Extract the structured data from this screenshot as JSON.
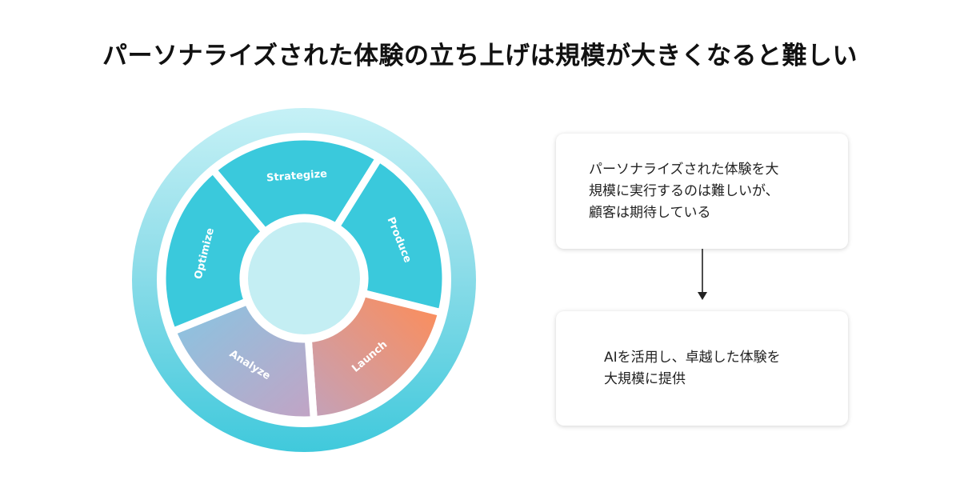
{
  "title": "パーソナライズされた体験の立ち上げは規模が大きくなると難しい",
  "cycle": {
    "segments": [
      {
        "label": "Strategize"
      },
      {
        "label": "Produce"
      },
      {
        "label": "Launch"
      },
      {
        "label": "Analyze"
      },
      {
        "label": "Optimize"
      }
    ],
    "colors": {
      "outer_ring": "#40c9dc",
      "outer_ring_light": "#c6f1f6",
      "segment": "#3ac9dc",
      "center": "#c4eef3",
      "launch_gradient": [
        "#c2a2bc",
        "#ff8c55"
      ],
      "analyze_gradient": [
        "#86c6e3",
        "#c3a3c4"
      ]
    }
  },
  "boxes": {
    "top_text": "パーソナライズされた体験を大\n規模に実行するのは難しいが、\n顧客は期待している",
    "bottom_text": "AIを活用し、卓越した体験を\n大規模に提供"
  },
  "arrow": {
    "direction": "down",
    "icon": "arrow-down-icon"
  }
}
